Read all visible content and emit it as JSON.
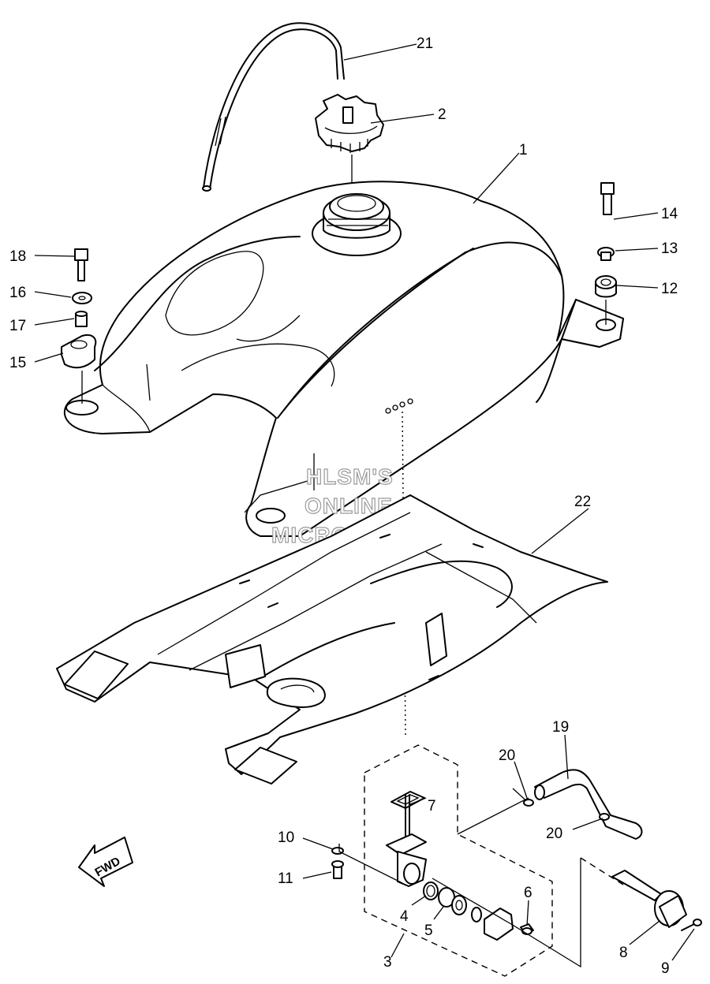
{
  "watermark": {
    "line1": "HLSM'S",
    "line2": "ONLINE",
    "line3": "MICROFICHE"
  },
  "fwd_label": "FWD",
  "callouts": [
    {
      "id": "21",
      "label": "21"
    },
    {
      "id": "2",
      "label": "2"
    },
    {
      "id": "1",
      "label": "1"
    },
    {
      "id": "14",
      "label": "14"
    },
    {
      "id": "13",
      "label": "13"
    },
    {
      "id": "12",
      "label": "12"
    },
    {
      "id": "18",
      "label": "18"
    },
    {
      "id": "16",
      "label": "16"
    },
    {
      "id": "17",
      "label": "17"
    },
    {
      "id": "15",
      "label": "15"
    },
    {
      "id": "22",
      "label": "22"
    },
    {
      "id": "19",
      "label": "19"
    },
    {
      "id": "20a",
      "label": "20"
    },
    {
      "id": "7",
      "label": "7"
    },
    {
      "id": "20b",
      "label": "20"
    },
    {
      "id": "10",
      "label": "10"
    },
    {
      "id": "11",
      "label": "11"
    },
    {
      "id": "6",
      "label": "6"
    },
    {
      "id": "4",
      "label": "4"
    },
    {
      "id": "5",
      "label": "5"
    },
    {
      "id": "8",
      "label": "8"
    },
    {
      "id": "3",
      "label": "3"
    },
    {
      "id": "9",
      "label": "9"
    }
  ]
}
